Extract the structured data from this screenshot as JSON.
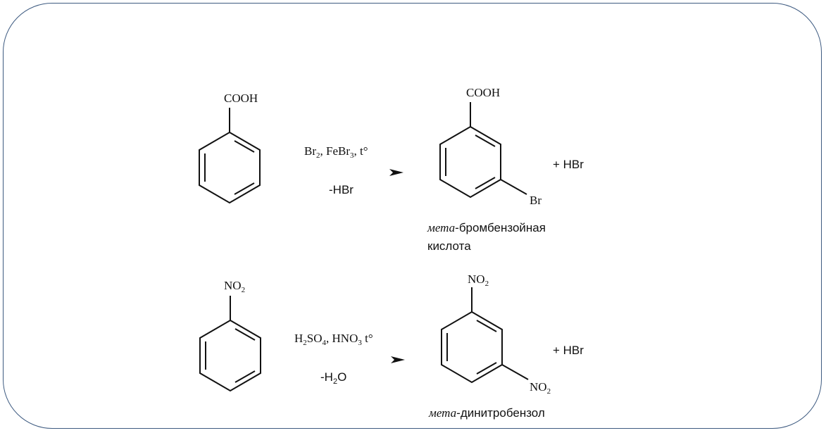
{
  "reactions": [
    {
      "reactant_group": "COOH",
      "conditions_top": {
        "main": "Br",
        "s1": "2",
        "mid1": ", FeBr",
        "s2": "3",
        "tail": ", t°"
      },
      "conditions_bottom": "-HBr",
      "product_group_top": "COOH",
      "product_substituent": "Br",
      "byproduct": "+ HBr",
      "product_name_prefix": "мета",
      "product_name_line1": "-бромбензойная",
      "product_name_line2": "кислота"
    },
    {
      "reactant_group": {
        "main": "NO",
        "sub": "2"
      },
      "conditions_top": {
        "main": "H",
        "s1": "2",
        "mid1": "SO",
        "s2": "4",
        "mid2": ", HNO",
        "s3": "3",
        "tail": " t°"
      },
      "conditions_bottom": {
        "main": "-H",
        "sub": "2",
        "tail": "O"
      },
      "product_group_top": {
        "main": "NO",
        "sub": "2"
      },
      "product_substituent": {
        "main": "NO",
        "sub": "2"
      },
      "byproduct": "+ HBr",
      "product_name_prefix": "мета",
      "product_name_line1": "-динитробензол"
    }
  ]
}
